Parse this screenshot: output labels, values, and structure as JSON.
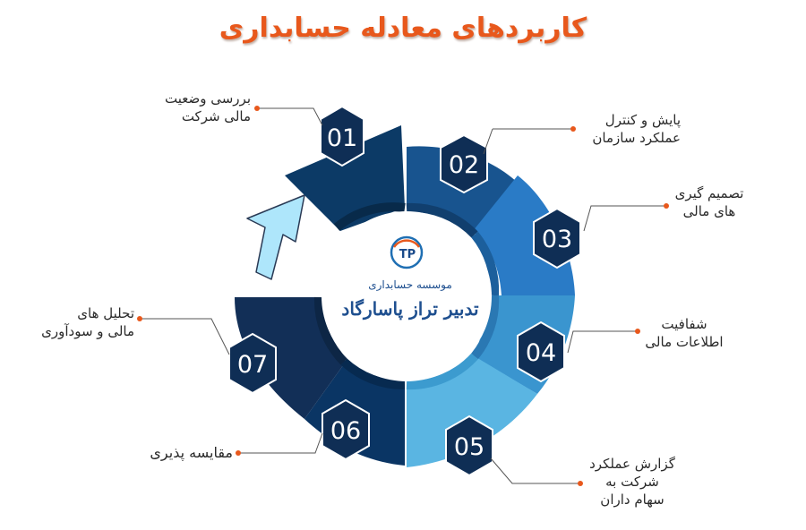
{
  "title": "کاربردهای معادله حسابداری",
  "logo": {
    "mark": "TP",
    "line1": "موسسه حسابداری",
    "line2": "تدبیر تراز پاسارگاد"
  },
  "steps": [
    {
      "number": "01",
      "label_lines": [
        "بررسی وضعیت",
        "مالی شرکت"
      ]
    },
    {
      "number": "02",
      "label_lines": [
        "پایش و کنترل",
        "عملکرد سازمان"
      ]
    },
    {
      "number": "03",
      "label_lines": [
        "تصمیم گیری",
        "های مالی"
      ]
    },
    {
      "number": "04",
      "label_lines": [
        "شفافیت",
        "اطلاعات مالی"
      ]
    },
    {
      "number": "05",
      "label_lines": [
        "گزارش عملکرد",
        "شرکت به",
        "سهام داران"
      ]
    },
    {
      "number": "06",
      "label_lines": [
        "مقایسه پذیری"
      ]
    },
    {
      "number": "07",
      "label_lines": [
        "تحلیل های",
        "مالی و سودآوری"
      ]
    }
  ],
  "colors": {
    "title": "#e8581c",
    "segments": [
      "#0c3a66",
      "#18548f",
      "#2a7bc6",
      "#3a95cf",
      "#5ab5e2",
      "#0a3564",
      "#122f57"
    ],
    "hexagons": "#0f2e55",
    "arrow": "#aee6fb",
    "connector_dot": "#e8581c"
  }
}
